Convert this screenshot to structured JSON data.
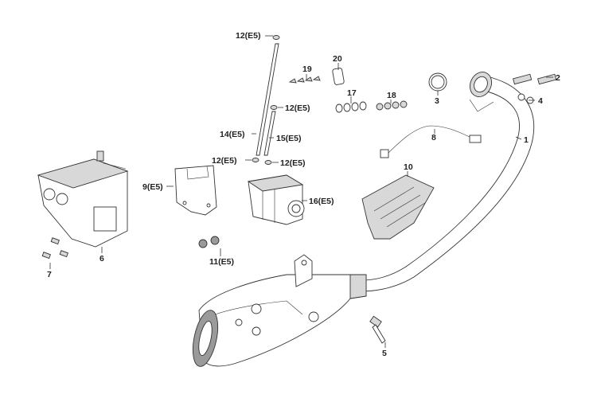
{
  "callouts": {
    "p1": "1",
    "p2": "2",
    "p3": "3",
    "p4": "4",
    "p5": "5",
    "p6": "6",
    "p7": "7",
    "p8": "8",
    "p9": "9(E5)",
    "p10": "10",
    "p11": "11(E5)",
    "p12a": "12(E5)",
    "p12b": "12(E5)",
    "p12c": "12(E5)",
    "p12d": "12(E5)",
    "p14": "14(E5)",
    "p15": "15(E5)",
    "p16": "16(E5)",
    "p17": "17",
    "p18": "18",
    "p19": "19",
    "p20": "20"
  }
}
